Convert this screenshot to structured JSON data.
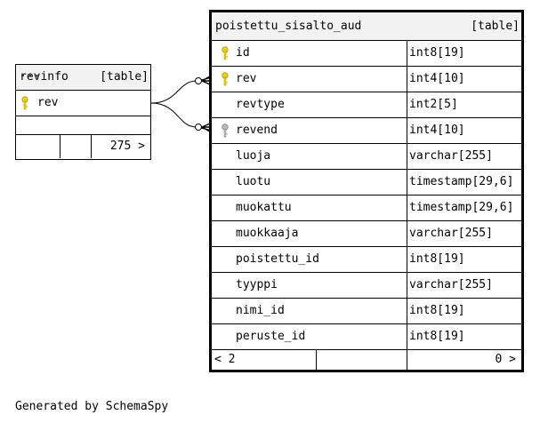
{
  "diagram": {
    "tables": {
      "revinfo": {
        "name": "revinfo",
        "kind": "[table]",
        "columns": [
          {
            "name": "rev",
            "key": "primary"
          }
        ],
        "more": "...",
        "children_count": "275 >"
      },
      "aud": {
        "name": "poistettu_sisalto_aud",
        "kind": "[table]",
        "columns": [
          {
            "name": "id",
            "type": "int8[19]",
            "key": "primary"
          },
          {
            "name": "rev",
            "type": "int4[10]",
            "key": "primary"
          },
          {
            "name": "revtype",
            "type": "int2[5]",
            "key": ""
          },
          {
            "name": "revend",
            "type": "int4[10]",
            "key": "foreign"
          },
          {
            "name": "luoja",
            "type": "varchar[255]",
            "key": ""
          },
          {
            "name": "luotu",
            "type": "timestamp[29,6]",
            "key": ""
          },
          {
            "name": "muokattu",
            "type": "timestamp[29,6]",
            "key": ""
          },
          {
            "name": "muokkaaja",
            "type": "varchar[255]",
            "key": ""
          },
          {
            "name": "poistettu_id",
            "type": "int8[19]",
            "key": ""
          },
          {
            "name": "tyyppi",
            "type": "varchar[255]",
            "key": ""
          },
          {
            "name": "nimi_id",
            "type": "int8[19]",
            "key": ""
          },
          {
            "name": "peruste_id",
            "type": "int8[19]",
            "key": ""
          }
        ],
        "parents_count": "< 2",
        "children_count": "0 >"
      }
    },
    "relationships": [
      {
        "from": "poistettu_sisalto_aud.rev",
        "to": "revinfo.rev"
      },
      {
        "from": "poistettu_sisalto_aud.revend",
        "to": "revinfo.rev"
      }
    ]
  },
  "colors": {
    "primary_key": "#f2d100",
    "foreign_key": "#a0a0a0",
    "header_bg": "#f2f2f2"
  },
  "footer": "Generated by SchemaSpy"
}
